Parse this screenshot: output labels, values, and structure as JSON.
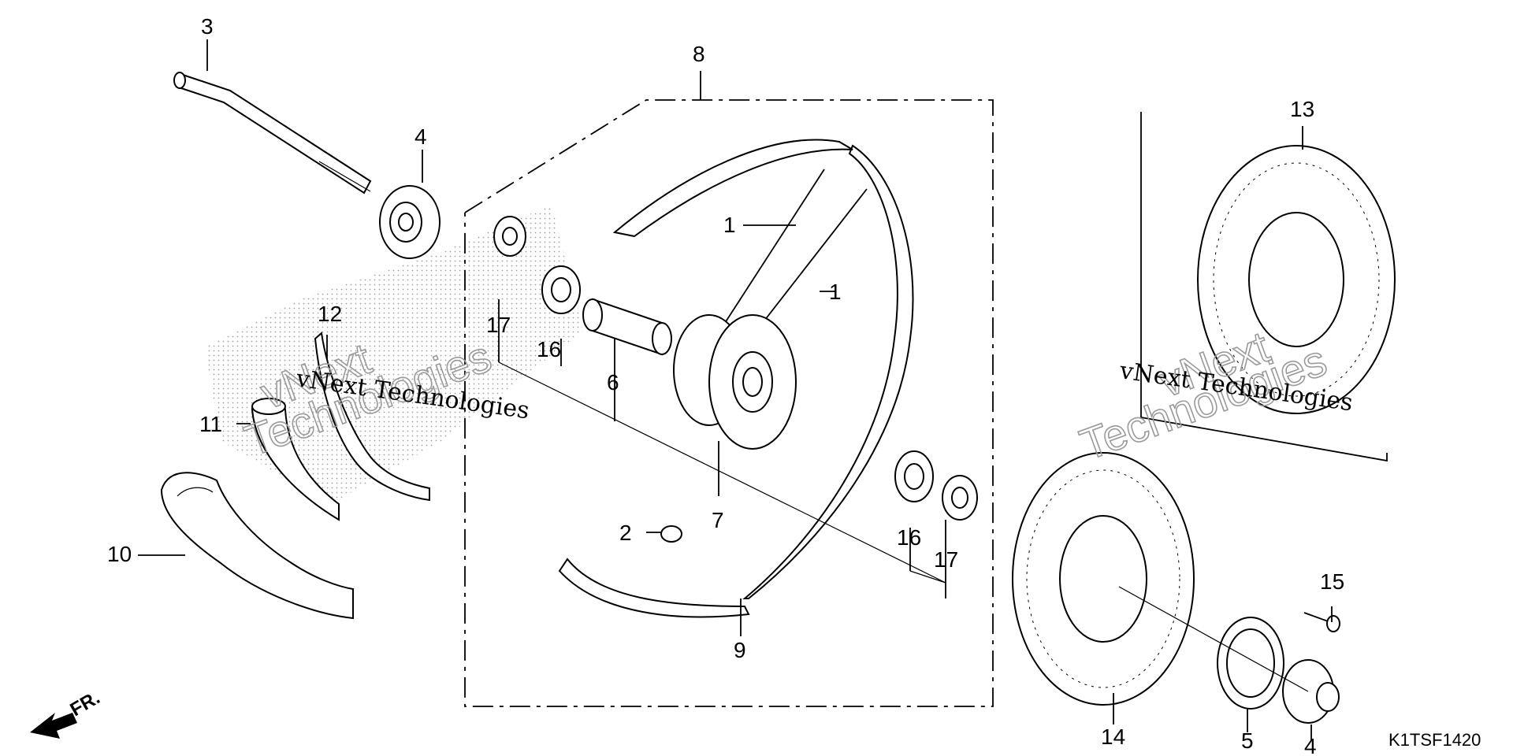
{
  "diagram": {
    "callouts": {
      "c1a": "1",
      "c1b": "1",
      "c2": "2",
      "c3": "3",
      "c4a": "4",
      "c4b": "4",
      "c5": "5",
      "c6": "6",
      "c7": "7",
      "c8": "8",
      "c9": "9",
      "c10": "10",
      "c11": "11",
      "c12": "12",
      "c13": "13",
      "c14": "14",
      "c15": "15",
      "c16a": "16",
      "c16b": "16",
      "c17a": "17",
      "c17b": "17"
    },
    "watermarks": {
      "left_small": "vNext Technologies",
      "right_small": "vNext Technologies",
      "left_big_1": "vNext",
      "left_big_2": "Technologies",
      "right_big_1": "vNext",
      "right_big_2": "Technologies"
    },
    "direction_label": "FR.",
    "diagram_code": "K1TSF1420"
  }
}
